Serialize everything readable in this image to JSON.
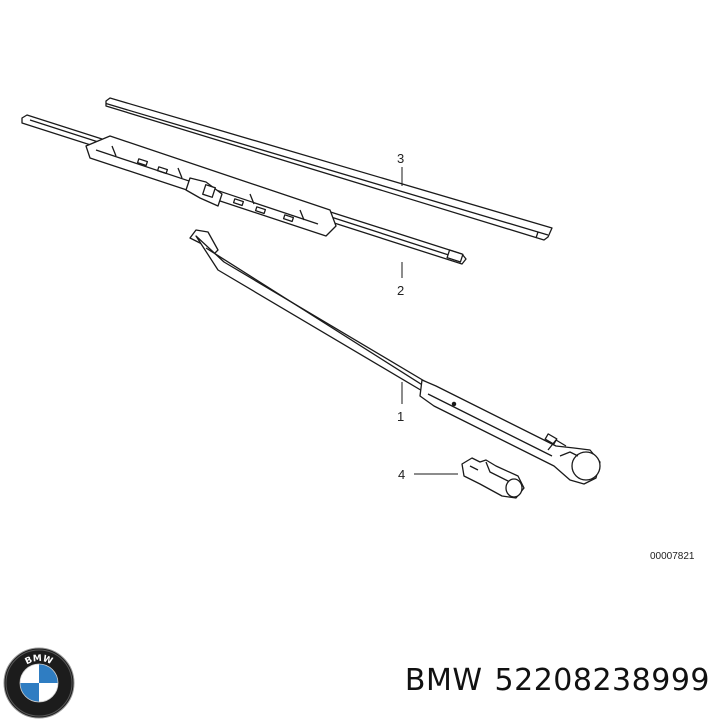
{
  "callouts": {
    "arm": "1",
    "blade": "2",
    "rubber_strip": "3",
    "cap": "4"
  },
  "drawing_code": "00007821",
  "logo": {
    "text": "BMW",
    "colors": {
      "ring": "#1c1c1c",
      "blue": "#2f7dc2",
      "white": "#ffffff"
    }
  },
  "product": {
    "brand": "BMW",
    "part_number": "52208238999"
  }
}
